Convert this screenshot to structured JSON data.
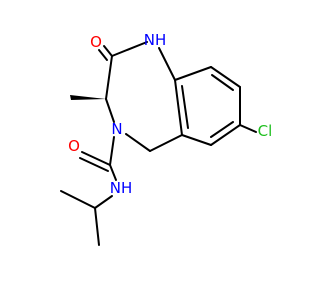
{
  "molecule": {
    "atoms": {
      "carbonyl_o1": "O",
      "amine_h_n1": "NH",
      "amide_n4": "N",
      "urea_o": "O",
      "urea_nh": "NH",
      "chlorine": "Cl"
    },
    "colors": {
      "carbon": "#000000",
      "oxygen": "#ff0000",
      "nitrogen": "#0000ff",
      "chlorine": "#1fbf1f"
    }
  }
}
